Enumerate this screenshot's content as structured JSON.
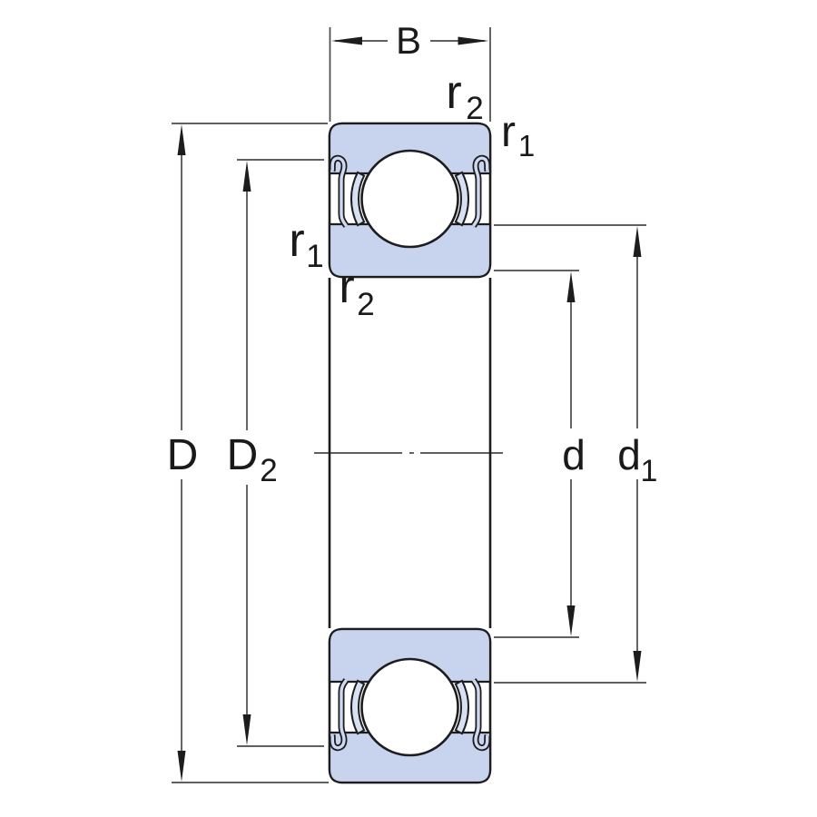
{
  "diagram": {
    "kind": "deep-groove ball bearing cross-section with dimension symbols"
  },
  "dims": {
    "b": {
      "base": "B"
    },
    "r2_top": {
      "base": "r",
      "sub": "2"
    },
    "r1_right": {
      "base": "r",
      "sub": "1"
    },
    "r1_left": {
      "base": "r",
      "sub": "1"
    },
    "r2_lower": {
      "base": "r",
      "sub": "2"
    },
    "outer_dia": {
      "base": "D"
    },
    "recess_dia": {
      "base": "D",
      "sub": "2"
    },
    "bore_dia": {
      "base": "d"
    },
    "shoulder_dia": {
      "base": "d",
      "sub": "1"
    }
  },
  "colors": {
    "ring_fill": "#c8d4ee",
    "cage_fill": "#d8e0f4",
    "shield_fill": "#cfd9f1",
    "ball_fill": "#ffffff",
    "outline": "#1d1d1f",
    "dim_line": "#4a4a4a",
    "background": "#ffffff"
  }
}
